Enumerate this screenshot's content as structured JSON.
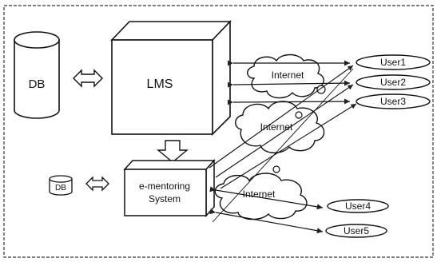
{
  "diagram": {
    "db_main": "DB",
    "lms": "LMS",
    "db_small": "DB",
    "ementoring_line1": "e-mentoring",
    "ementoring_line2": "System",
    "internet_top": "Internet",
    "internet_mid": "Internet",
    "internet_bottom": "Internet",
    "users": [
      "User1",
      "User2",
      "User3",
      "User4",
      "User5"
    ]
  }
}
